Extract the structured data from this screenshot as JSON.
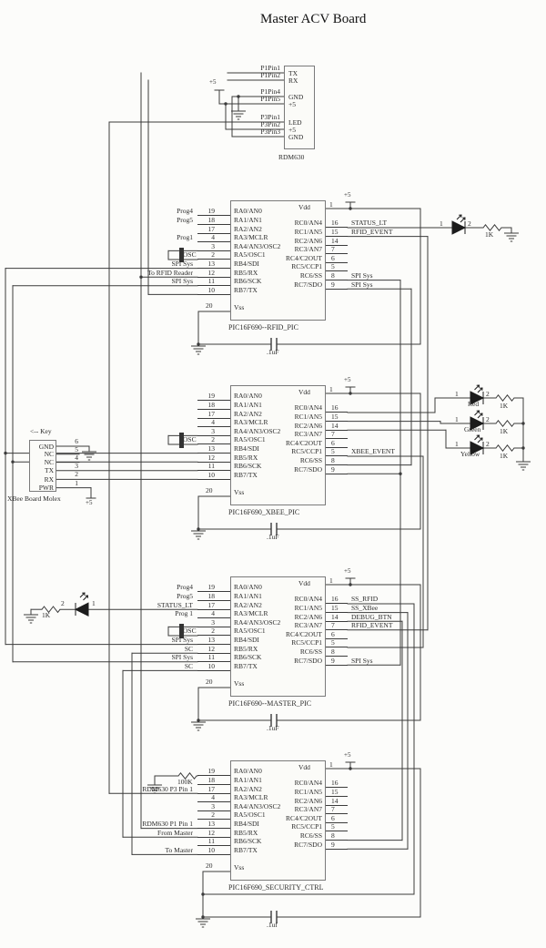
{
  "title": "Master ACV Board",
  "rdm630": {
    "name": "RDM630",
    "supply": "+5",
    "pins": [
      {
        "net": "P1Pin1",
        "label": "TX"
      },
      {
        "net": "P1Pin2",
        "label": "RX"
      },
      {
        "net": "P1Pin4",
        "label": "GND"
      },
      {
        "net": "P1Pin5",
        "label": "+5"
      },
      {
        "net": "P3Pin1",
        "label": "LED"
      },
      {
        "net": "P3Pin2",
        "label": "+5"
      },
      {
        "net": "P3Pin3",
        "label": "GND"
      }
    ]
  },
  "ics": [
    {
      "name": "PIC16F690--RFID_PIC",
      "supply": "+5",
      "vdd": "Vdd",
      "vdd_pin": "1",
      "vss": "Vss",
      "vss_pin": "20",
      "osc": "OSC",
      "left": [
        {
          "net": "Prog4",
          "num": "19",
          "pin": "RA0/AN0"
        },
        {
          "net": "Prog5",
          "num": "18",
          "pin": "RA1/AN1"
        },
        {
          "net": "",
          "num": "17",
          "pin": "RA2/AN2"
        },
        {
          "net": "Prog1",
          "num": "4",
          "pin": "RA3/MCLR"
        },
        {
          "net": "",
          "num": "3",
          "pin": "RA4/AN3/OSC2"
        },
        {
          "net": "",
          "num": "2",
          "pin": "RA5/OSC1"
        },
        {
          "net": "SPI Sys",
          "num": "13",
          "pin": "RB4/SDI"
        },
        {
          "net": "To RFID Reader",
          "num": "12",
          "pin": "RB5/RX"
        },
        {
          "net": "SPI Sys",
          "num": "11",
          "pin": "RB6/SCK"
        },
        {
          "net": "",
          "num": "10",
          "pin": "RB7/TX"
        }
      ],
      "right": [
        {
          "pin": "RC0/AN4",
          "num": "16",
          "net": "STATUS_LT"
        },
        {
          "pin": "RC1/AN5",
          "num": "15",
          "net": "RFID_EVENT"
        },
        {
          "pin": "RC2/AN6",
          "num": "14",
          "net": ""
        },
        {
          "pin": "RC3/AN7",
          "num": "7",
          "net": ""
        },
        {
          "pin": "RC4/C2OUT",
          "num": "6",
          "net": ""
        },
        {
          "pin": "RC5/CCP1",
          "num": "5",
          "net": ""
        },
        {
          "pin": "RC6/SS",
          "num": "8",
          "net": "SPI Sys"
        },
        {
          "pin": "RC7/SDO",
          "num": "9",
          "net": "SPI Sys"
        }
      ]
    },
    {
      "name": "PIC16F690_XBEE_PIC",
      "supply": "+5",
      "vdd": "Vdd",
      "vdd_pin": "1",
      "vss": "Vss",
      "vss_pin": "20",
      "osc": "OSC",
      "left": [
        {
          "net": "",
          "num": "19",
          "pin": "RA0/AN0"
        },
        {
          "net": "",
          "num": "18",
          "pin": "RA1/AN1"
        },
        {
          "net": "",
          "num": "17",
          "pin": "RA2/AN2"
        },
        {
          "net": "",
          "num": "4",
          "pin": "RA3/MCLR"
        },
        {
          "net": "",
          "num": "3",
          "pin": "RA4/AN3/OSC2"
        },
        {
          "net": "",
          "num": "2",
          "pin": "RA5/OSC1"
        },
        {
          "net": "",
          "num": "13",
          "pin": "RB4/SDI"
        },
        {
          "net": "",
          "num": "12",
          "pin": "RB5/RX"
        },
        {
          "net": "",
          "num": "11",
          "pin": "RB6/SCK"
        },
        {
          "net": "",
          "num": "10",
          "pin": "RB7/TX"
        }
      ],
      "right": [
        {
          "pin": "RC0/AN4",
          "num": "16",
          "net": ""
        },
        {
          "pin": "RC1/AN5",
          "num": "15",
          "net": ""
        },
        {
          "pin": "RC2/AN6",
          "num": "14",
          "net": ""
        },
        {
          "pin": "RC3/AN7",
          "num": "7",
          "net": ""
        },
        {
          "pin": "RC4/C2OUT",
          "num": "6",
          "net": ""
        },
        {
          "pin": "RC5/CCP1",
          "num": "5",
          "net": "XBEE_EVENT"
        },
        {
          "pin": "RC6/SS",
          "num": "8",
          "net": ""
        },
        {
          "pin": "RC7/SDO",
          "num": "9",
          "net": ""
        }
      ]
    },
    {
      "name": "PIC16F690--MASTER_PIC",
      "supply": "+5",
      "vdd": "Vdd",
      "vdd_pin": "1",
      "vss": "Vss",
      "vss_pin": "20",
      "osc": "OSC",
      "left": [
        {
          "net": "Prog4",
          "num": "19",
          "pin": "RA0/AN0"
        },
        {
          "net": "Prog5",
          "num": "18",
          "pin": "RA1/AN1"
        },
        {
          "net": "STATUS_LT",
          "num": "17",
          "pin": "RA2/AN2"
        },
        {
          "net": "Prog 1",
          "num": "4",
          "pin": "RA3/MCLR"
        },
        {
          "net": "",
          "num": "3",
          "pin": "RA4/AN3/OSC2"
        },
        {
          "net": "",
          "num": "2",
          "pin": "RA5/OSC1"
        },
        {
          "net": "SPI Sys",
          "num": "13",
          "pin": "RB4/SDI"
        },
        {
          "net": "SC",
          "num": "12",
          "pin": "RB5/RX"
        },
        {
          "net": "SPI Sys",
          "num": "11",
          "pin": "RB6/SCK"
        },
        {
          "net": "SC",
          "num": "10",
          "pin": "RB7/TX"
        }
      ],
      "right": [
        {
          "pin": "RC0/AN4",
          "num": "16",
          "net": "SS_RFID"
        },
        {
          "pin": "RC1/AN5",
          "num": "15",
          "net": "SS_XBee"
        },
        {
          "pin": "RC2/AN6",
          "num": "14",
          "net": "DEBUG_BTN"
        },
        {
          "pin": "RC3/AN7",
          "num": "7",
          "net": "RFID_EVENT"
        },
        {
          "pin": "RC4/C2OUT",
          "num": "6",
          "net": ""
        },
        {
          "pin": "RC5/CCP1",
          "num": "5",
          "net": ""
        },
        {
          "pin": "RC6/SS",
          "num": "8",
          "net": ""
        },
        {
          "pin": "RC7/SDO",
          "num": "9",
          "net": "SPI Sys"
        }
      ]
    },
    {
      "name": "PIC16F690_SECURITY_CTRL",
      "supply": "+5",
      "vdd": "Vdd",
      "vdd_pin": "1",
      "vss": "Vss",
      "vss_pin": "20",
      "osc": "",
      "left": [
        {
          "net": "",
          "num": "19",
          "pin": "RA0/AN0"
        },
        {
          "net": "",
          "num": "18",
          "pin": "RA1/AN1"
        },
        {
          "net": "RDM630 P3 Pin 1",
          "num": "17",
          "pin": "RA2/AN2"
        },
        {
          "net": "",
          "num": "4",
          "pin": "RA3/MCLR"
        },
        {
          "net": "",
          "num": "3",
          "pin": "RA4/AN3/OSC2"
        },
        {
          "net": "",
          "num": "2",
          "pin": "RA5/OSC1"
        },
        {
          "net": "RDM630 P1 Pin 1",
          "num": "13",
          "pin": "RB4/SDI"
        },
        {
          "net": "From Master",
          "num": "12",
          "pin": "RB5/RX"
        },
        {
          "net": "",
          "num": "11",
          "pin": "RB6/SCK"
        },
        {
          "net": "To Master",
          "num": "10",
          "pin": "RB7/TX"
        }
      ],
      "right": [
        {
          "pin": "RC0/AN4",
          "num": "16",
          "net": ""
        },
        {
          "pin": "RC1/AN5",
          "num": "15",
          "net": ""
        },
        {
          "pin": "RC2/AN6",
          "num": "14",
          "net": ""
        },
        {
          "pin": "RC3/AN7",
          "num": "7",
          "net": ""
        },
        {
          "pin": "RC4/C2OUT",
          "num": "6",
          "net": ""
        },
        {
          "pin": "RC5/CCP1",
          "num": "5",
          "net": ""
        },
        {
          "pin": "RC6/SS",
          "num": "8",
          "net": ""
        },
        {
          "pin": "RC7/SDO",
          "num": "9",
          "net": ""
        }
      ]
    }
  ],
  "xbee": {
    "key": "<-- Key",
    "name": "XBee Board Molex",
    "supply": "+5",
    "pins": [
      {
        "label": "GND",
        "num": "6"
      },
      {
        "label": "NC",
        "num": "5"
      },
      {
        "label": "NC",
        "num": "4"
      },
      {
        "label": "TX",
        "num": "3"
      },
      {
        "label": "RX",
        "num": "2"
      },
      {
        "label": "PWR",
        "num": "1"
      }
    ]
  },
  "leds": [
    {
      "pin1": "1",
      "pin2": "2",
      "res": "1K",
      "name": ""
    },
    {
      "pin1": "1",
      "pin2": "2",
      "res": "1K",
      "name": "Red"
    },
    {
      "pin1": "1",
      "pin2": "2",
      "res": "1K",
      "name": "Green"
    },
    {
      "pin1": "1",
      "pin2": "2",
      "res": "1K",
      "name": "Yellow"
    },
    {
      "pin1": "1",
      "pin2": "2",
      "res": "1K",
      "name": ""
    }
  ],
  "caps": [
    ".1uF",
    ".1uF",
    ".1uF",
    ".1uf"
  ],
  "pullup": "100K"
}
